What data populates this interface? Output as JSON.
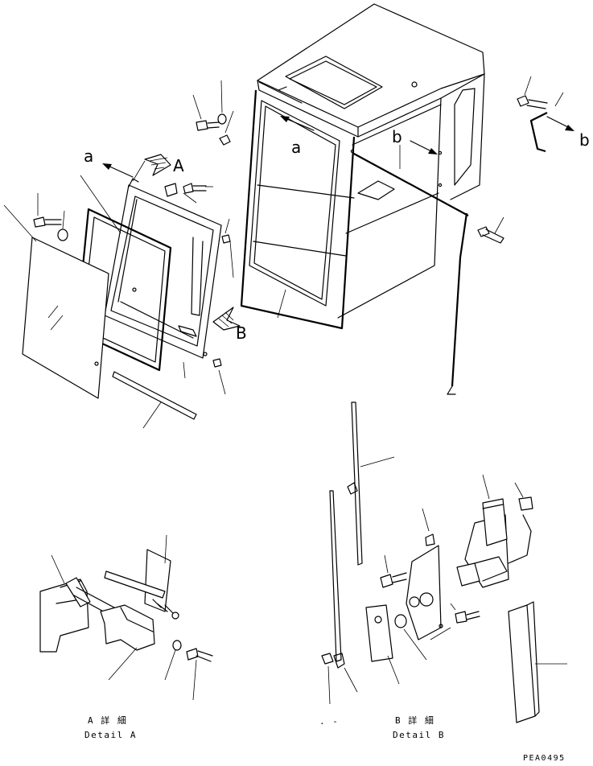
{
  "labels": {
    "a_top_left": "a",
    "a_cab": "a",
    "b_cab": "b",
    "b_right": "b",
    "view_A": "A",
    "view_B": "B"
  },
  "captions": {
    "detail_a_jp": "A 詳 細",
    "detail_a_en": "Detail A",
    "detail_b_jp": "B 詳 細",
    "detail_b_en": "Detail B",
    "small_dash": ". -",
    "drawing_code": "PEA0495"
  }
}
